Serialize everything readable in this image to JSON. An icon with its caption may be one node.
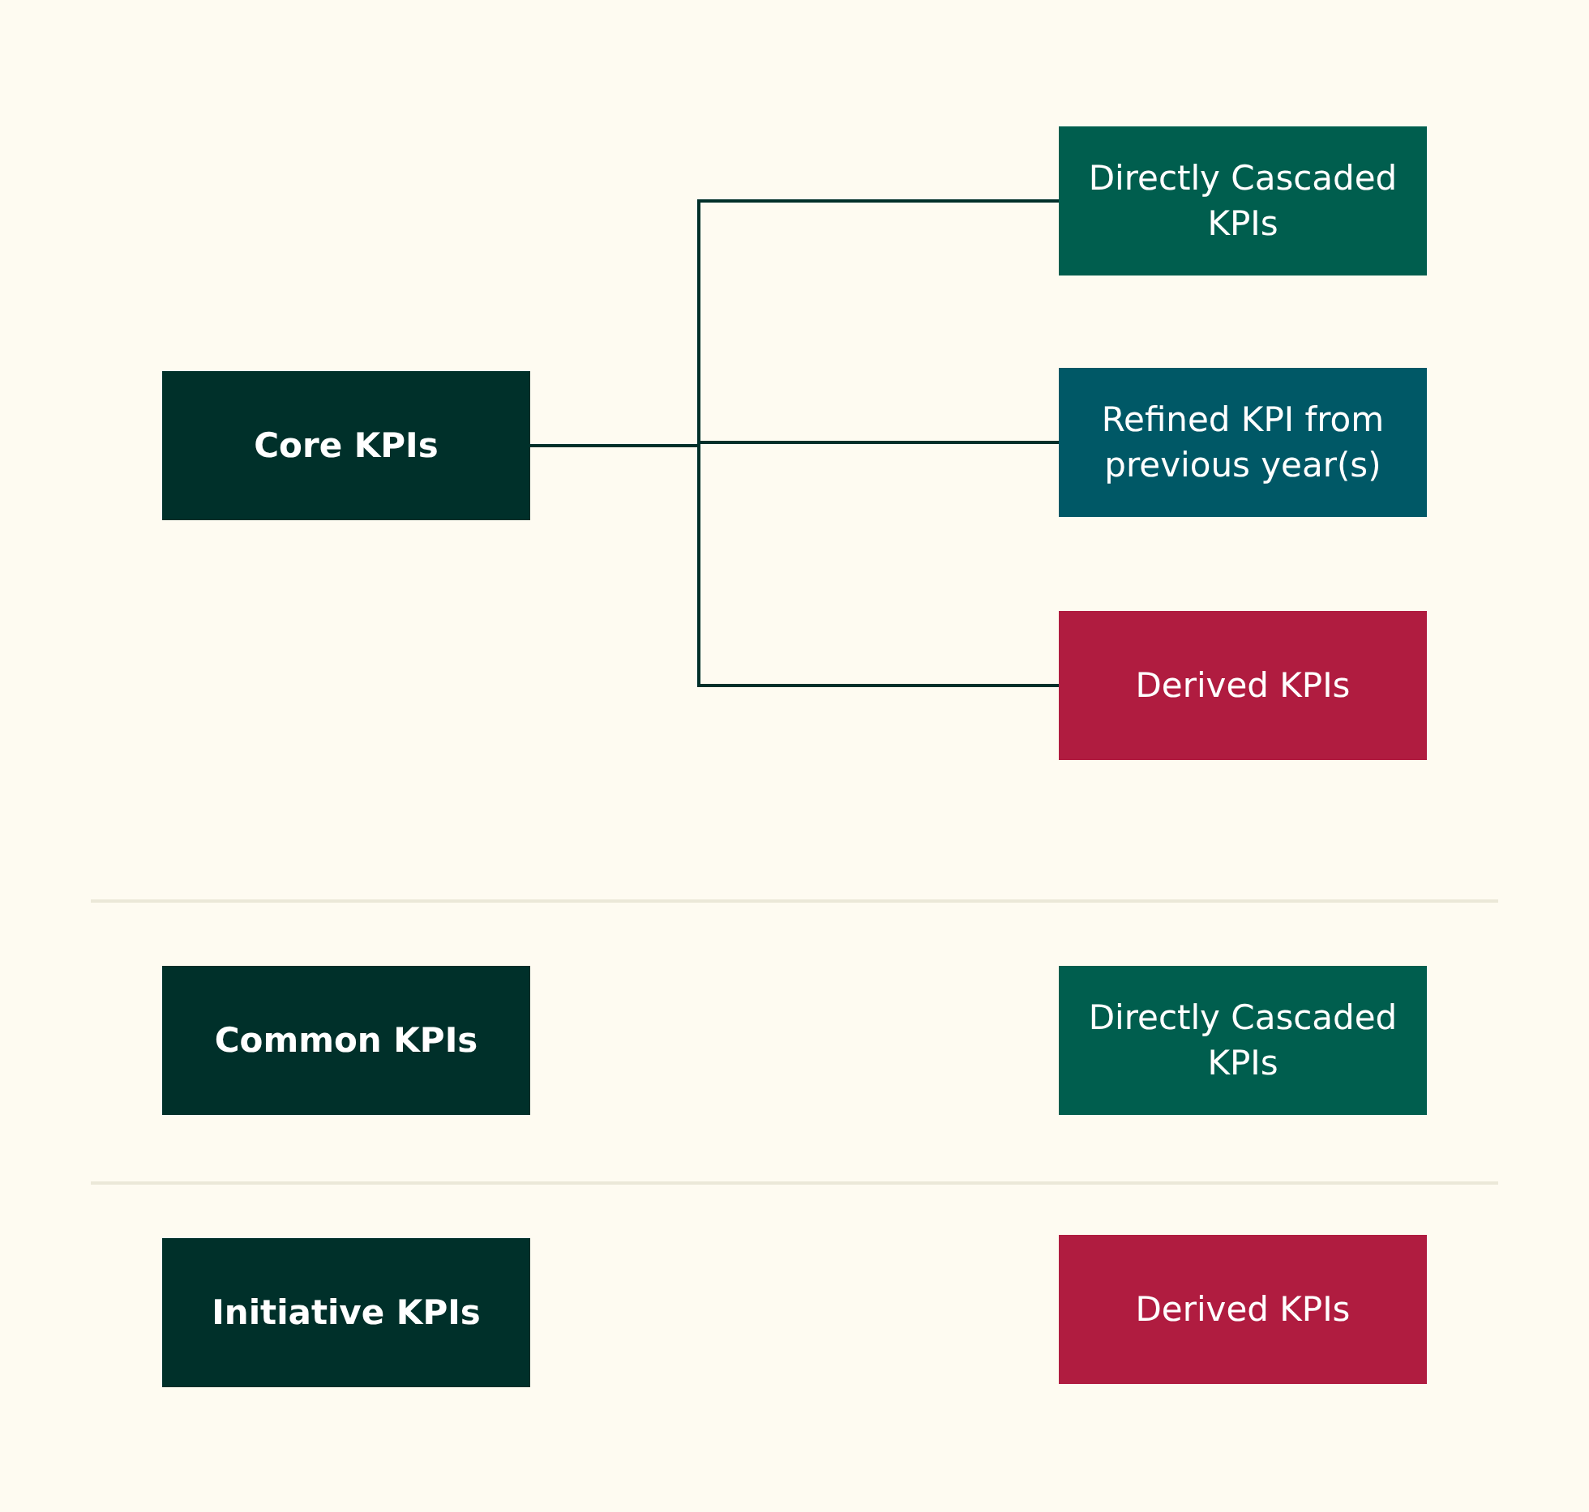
{
  "diagram": {
    "nodes": [
      {
        "text": [
          "Core KPIs"
        ]
      },
      {
        "text": [
          "Directly Cascaded KPIs"
        ]
      },
      {
        "text": [
          "Refined KPI from previous year(s)"
        ]
      },
      {
        "text": [
          "Derived KPIs"
        ]
      },
      {
        "text": [
          "Common KPIs"
        ]
      },
      {
        "text": [
          "Directly Cascaded KPIs"
        ]
      },
      {
        "text": [
          "Initiative KPIs"
        ]
      },
      {
        "text": [
          "Derived KPIs"
        ]
      }
    ],
    "edges": [
      {
        "from": 0,
        "to": 1,
        "arrow": "none"
      },
      {
        "from": 0,
        "to": 2,
        "arrow": "none"
      },
      {
        "from": 0,
        "to": 3,
        "arrow": "none"
      }
    ]
  }
}
